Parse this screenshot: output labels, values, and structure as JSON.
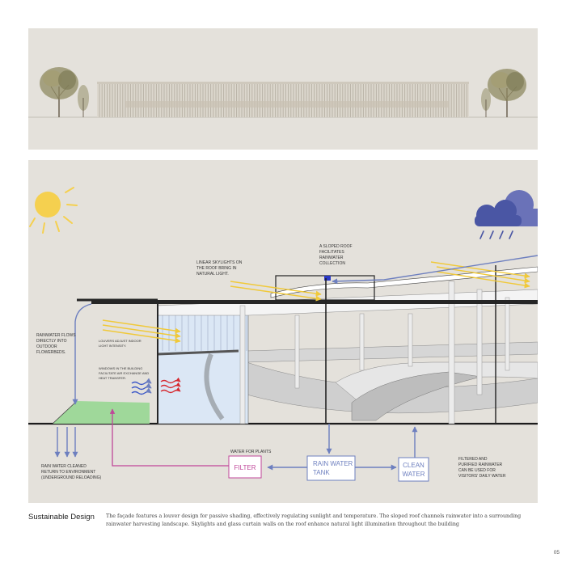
{
  "elevation": {
    "label": "building-elevation"
  },
  "labels": {
    "skylights": [
      "LINEAR SKYLIGHTS ON",
      "THE ROOF BRING IN",
      "NATURAL LIGHT."
    ],
    "sloped_roof": [
      "A SLOPED ROOF",
      "FACILITATES",
      "RAINWATER",
      "COLLECTION"
    ],
    "rainwater_flows": [
      "RAINWATER FLOWS",
      "DIRECTLY INTO",
      "OUTDOOR",
      "FLOWERBEDS."
    ],
    "louvers": [
      "LOUVERS ADJUST INDOOR",
      "LIGHT INTENSITY."
    ],
    "windows": [
      "WINDOWS IN THE BUILDING",
      "FACILITATE AIR EXCHANGE AND",
      "HEAT TRANSFER."
    ],
    "water_for_plants": "WATER FOR PLANTS",
    "rain_cleaned": [
      "RAIN WATER CLEANED",
      "RETURN TO ENVIRONMENT",
      "(UNDERGROUND RELOADING)"
    ],
    "filtered": [
      "FILTERED AND",
      "PURIFIED RAINWATER",
      "CAN BE USED FOR",
      "VISITORS' DAILY WATER"
    ]
  },
  "boxes": {
    "filter": "FILTER",
    "tank": [
      "RAIN WATER",
      "TANK"
    ],
    "clean": [
      "CLEAN",
      "WATER"
    ]
  },
  "colors": {
    "panel": "#e4e1db",
    "arrow_blue": "#6d7fbf",
    "arrow_pink": "#c0479a",
    "sun": "#f5d04f",
    "cloud": "#5a67b0",
    "heat": "#d6282e",
    "green": "#9fd89a"
  },
  "caption": {
    "title": "Sustainable Design",
    "body": "The façade features a louver design for passive shading, effectively regulating sunlight and temperature. The sloped roof channels rainwater into a surrounding rainwater harvesting landscape. Skylights and glass curtain walls on the roof enhance natural light illumination throughout the building"
  },
  "page_number": "05"
}
